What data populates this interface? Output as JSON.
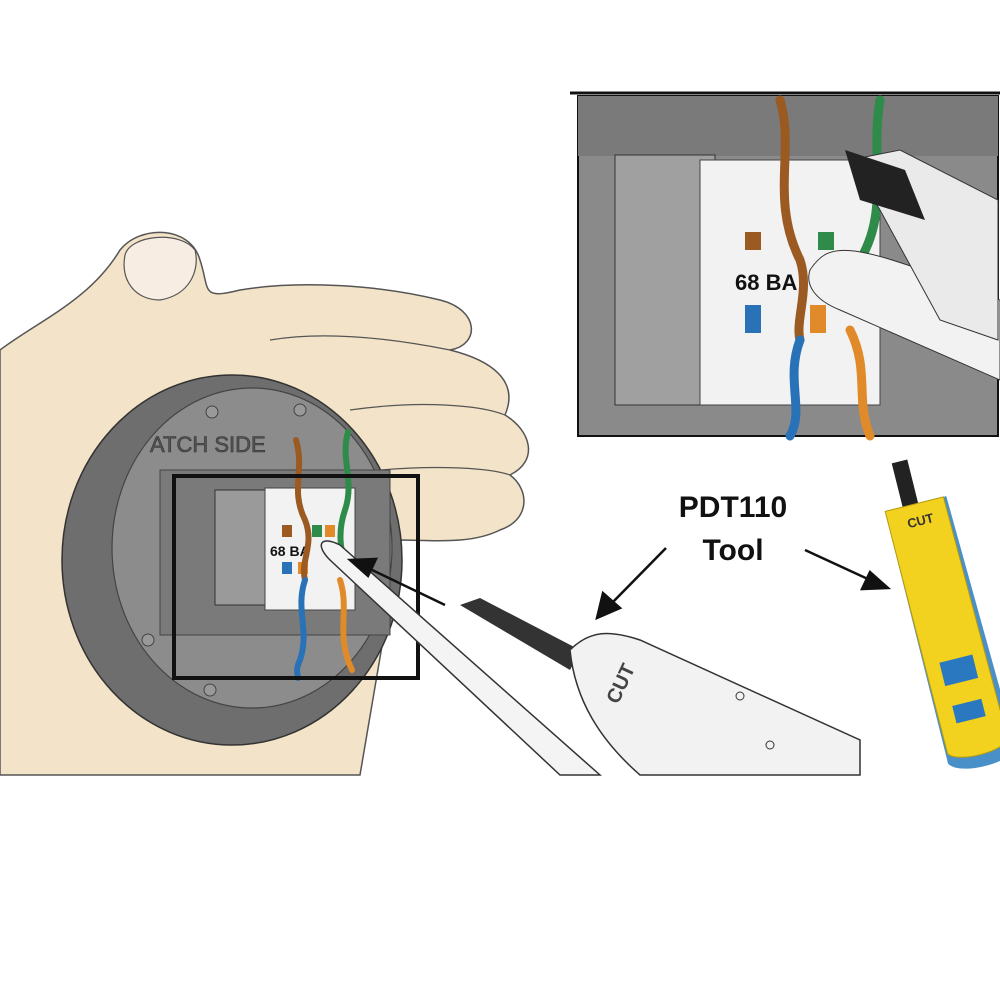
{
  "callout": {
    "line1": "PDT110",
    "line2": "Tool"
  },
  "jack_housing": {
    "embossed_text": "ATCH SIDE"
  },
  "jack": {
    "label_main": "68 BA",
    "label_inset": "68 BA"
  },
  "line_art_tool": {
    "blade_label": "CUT"
  },
  "photo_tool": {
    "blade_label": "CUT",
    "color": "#f2d21f",
    "base_color": "#4a90c8"
  },
  "colors": {
    "skin": "#f3e3c8",
    "housing": "#6e6e6e",
    "housing_face": "#8c8c8c",
    "wire_brown": "#9a5a22",
    "wire_green": "#2e8b4a",
    "wire_blue": "#2a72b8",
    "wire_orange": "#e08a2a"
  }
}
